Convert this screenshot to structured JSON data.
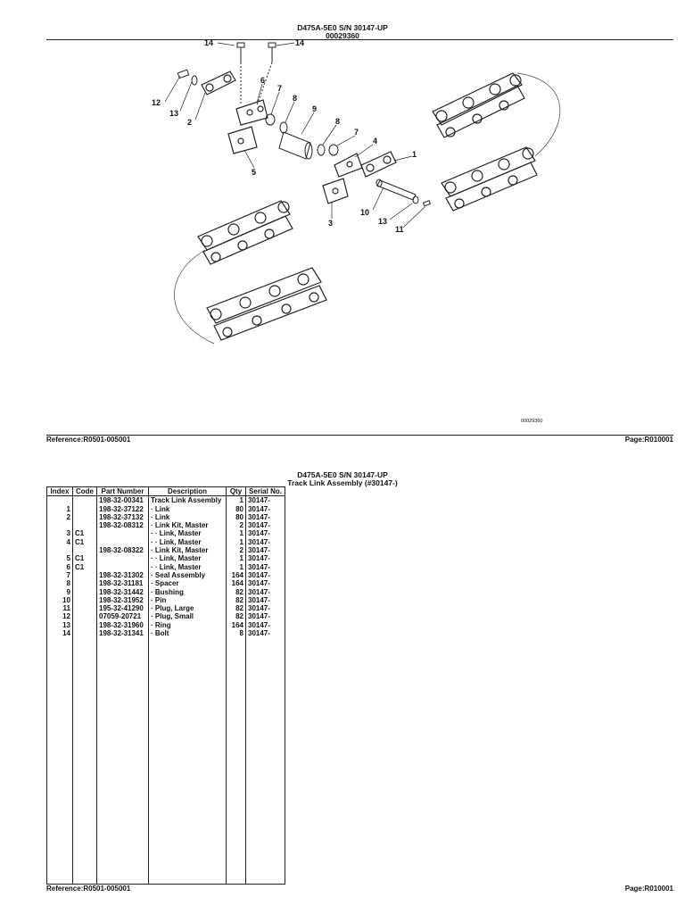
{
  "page1": {
    "header_model": "D475A-5E0 S/N 30147-UP",
    "header_code": "00029360",
    "image_code": "00029360",
    "callouts": [
      "14",
      "14",
      "6",
      "7",
      "8",
      "9",
      "8",
      "7",
      "4",
      "1",
      "12",
      "13",
      "2",
      "5",
      "3",
      "10",
      "13",
      "11"
    ],
    "reference": "Reference:R0501-005001",
    "page": "Page:R010001"
  },
  "page2": {
    "header_model": "D475A-5E0 S/N 30147-UP",
    "header_title": "Track Link Assembly (#30147-)",
    "columns": [
      "Index",
      "Code",
      "Part Number",
      "Description",
      "Qty",
      "Serial No."
    ],
    "rows": [
      {
        "index": "",
        "code": "",
        "part": "198-32-00341",
        "desc": "Track Link Assembly",
        "qty": "1",
        "serial": "30147-"
      },
      {
        "index": "1",
        "code": "",
        "part": "198-32-37122",
        "desc": "· Link",
        "qty": "80",
        "serial": "30147-"
      },
      {
        "index": "2",
        "code": "",
        "part": "198-32-37132",
        "desc": "· Link",
        "qty": "80",
        "serial": "30147-"
      },
      {
        "index": "",
        "code": "",
        "part": "198-32-08312",
        "desc": "· Link Kit, Master",
        "qty": "2",
        "serial": "30147-"
      },
      {
        "index": "3",
        "code": "C1",
        "part": "",
        "desc": "· · Link, Master",
        "qty": "1",
        "serial": "30147-"
      },
      {
        "index": "4",
        "code": "C1",
        "part": "",
        "desc": "· · Link, Master",
        "qty": "1",
        "serial": "30147-"
      },
      {
        "index": "",
        "code": "",
        "part": "198-32-08322",
        "desc": "· Link Kit, Master",
        "qty": "2",
        "serial": "30147-"
      },
      {
        "index": "5",
        "code": "C1",
        "part": "",
        "desc": "· · Link, Master",
        "qty": "1",
        "serial": "30147-"
      },
      {
        "index": "6",
        "code": "C1",
        "part": "",
        "desc": "· · Link, Master",
        "qty": "1",
        "serial": "30147-"
      },
      {
        "index": "7",
        "code": "",
        "part": "198-32-31302",
        "desc": "· Seal Assembly",
        "qty": "164",
        "serial": "30147-"
      },
      {
        "index": "8",
        "code": "",
        "part": "198-32-31181",
        "desc": "· Spacer",
        "qty": "164",
        "serial": "30147-"
      },
      {
        "index": "9",
        "code": "",
        "part": "198-32-31442",
        "desc": "· Bushing",
        "qty": "82",
        "serial": "30147-"
      },
      {
        "index": "10",
        "code": "",
        "part": "198-32-31952",
        "desc": "· Pin",
        "qty": "82",
        "serial": "30147-"
      },
      {
        "index": "11",
        "code": "",
        "part": "195-32-41290",
        "desc": "· Plug, Large",
        "qty": "82",
        "serial": "30147-"
      },
      {
        "index": "12",
        "code": "",
        "part": "07059-20721",
        "desc": "· Plug, Small",
        "qty": "82",
        "serial": "30147-"
      },
      {
        "index": "13",
        "code": "",
        "part": "198-32-31960",
        "desc": "· Ring",
        "qty": "164",
        "serial": "30147-"
      },
      {
        "index": "14",
        "code": "",
        "part": "198-32-31341",
        "desc": "· Bolt",
        "qty": "8",
        "serial": "30147-"
      }
    ],
    "reference": "Reference:R0501-005001",
    "page": "Page:R010001"
  }
}
